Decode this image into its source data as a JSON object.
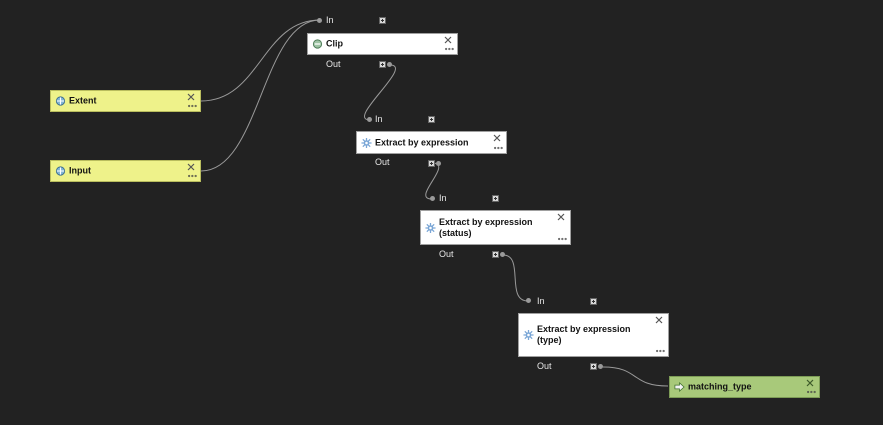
{
  "colors": {
    "canvas": "#222222",
    "input_node": "#eef28a",
    "algorithm_node": "#ffffff",
    "output_node": "#a8c97a",
    "wire": "#9a9a9a"
  },
  "nodes": {
    "extent": {
      "label": "Extent",
      "icon": "parameter-input-icon"
    },
    "input": {
      "label": "Input",
      "icon": "parameter-input-icon"
    },
    "clip": {
      "label": "Clip",
      "icon": "clip-algorithm-icon",
      "in_label": "In",
      "out_label": "Out"
    },
    "extract1": {
      "label": "Extract by expression",
      "icon": "algorithm-gear-icon",
      "in_label": "In",
      "out_label": "Out"
    },
    "extract2": {
      "label": "Extract by expression (status)",
      "icon": "algorithm-gear-icon",
      "in_label": "In",
      "out_label": "Out"
    },
    "extract3": {
      "label": "Extract by expression (type)",
      "icon": "algorithm-gear-icon",
      "in_label": "In",
      "out_label": "Out"
    },
    "matching": {
      "label": "matching_type",
      "icon": "output-arrow-icon"
    }
  }
}
